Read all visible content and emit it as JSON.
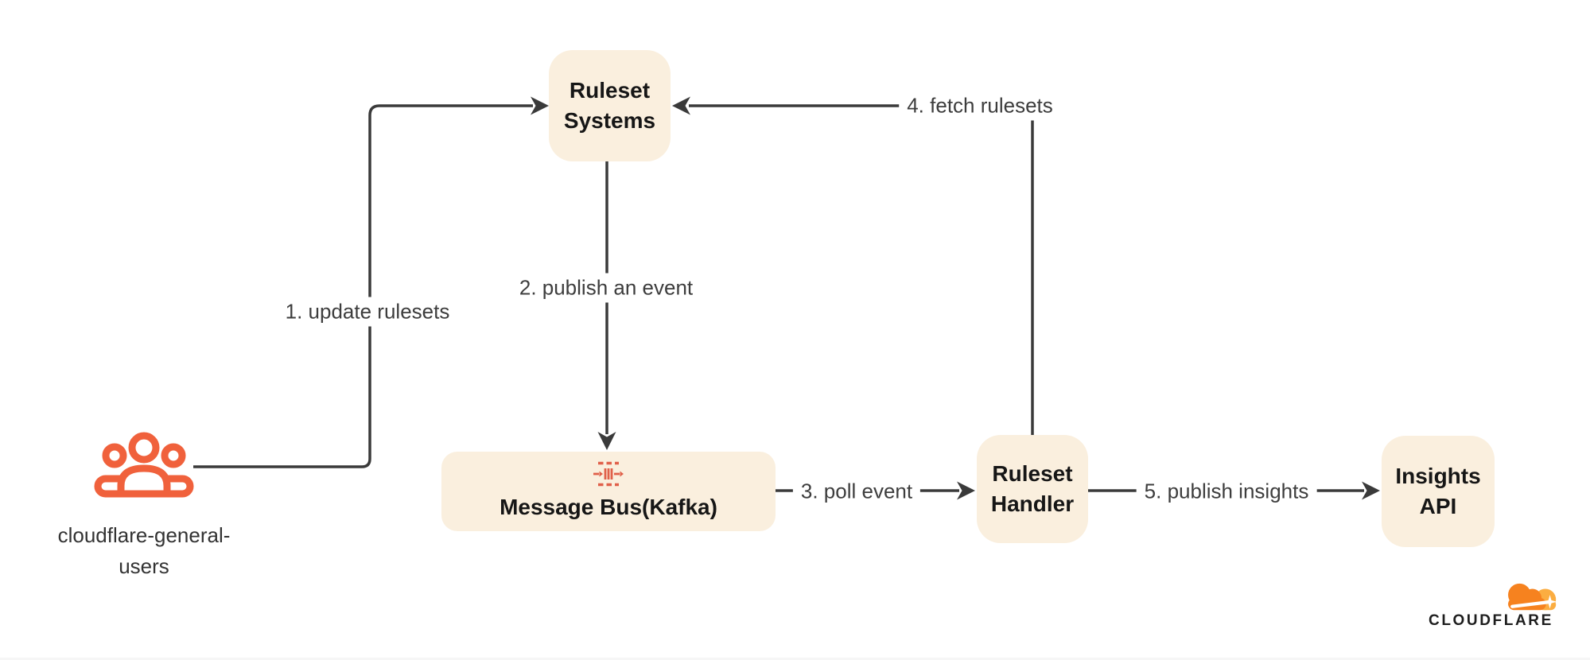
{
  "colors": {
    "node_fill": "#FAEFDE",
    "node_text": "#161616",
    "line": "#3A3A3A",
    "label_text": "#3D3D3D",
    "actor_orange": "#F0613C",
    "queue_icon_orange": "#E0604A",
    "logo_orange": "#F6821F",
    "logo_light_orange": "#FBAD41",
    "logo_text": "#1D1D1D"
  },
  "nodes": {
    "ruleset_systems": {
      "label": "Ruleset\nSystems"
    },
    "message_bus": {
      "label": "Message Bus(Kafka)",
      "icon": "message-queue-icon"
    },
    "ruleset_handler": {
      "label": "Ruleset\nHandler"
    },
    "insights_api": {
      "label": "Insights\nAPI"
    }
  },
  "actor": {
    "label": "cloudflare-general-\nusers",
    "icon": "users-group-icon"
  },
  "edges": [
    {
      "from": "cloudflare-general-users",
      "to": "ruleset-systems",
      "label": "1. update rulesets"
    },
    {
      "from": "ruleset-systems",
      "to": "message-bus",
      "label": "2. publish an event"
    },
    {
      "from": "message-bus",
      "to": "ruleset-handler",
      "label": "3. poll event"
    },
    {
      "from": "ruleset-handler",
      "to": "ruleset-systems",
      "label": "4. fetch rulesets"
    },
    {
      "from": "ruleset-handler",
      "to": "insights-api",
      "label": "5. publish insights"
    }
  ],
  "logo": {
    "wordmark": "CLOUDFLARE"
  }
}
